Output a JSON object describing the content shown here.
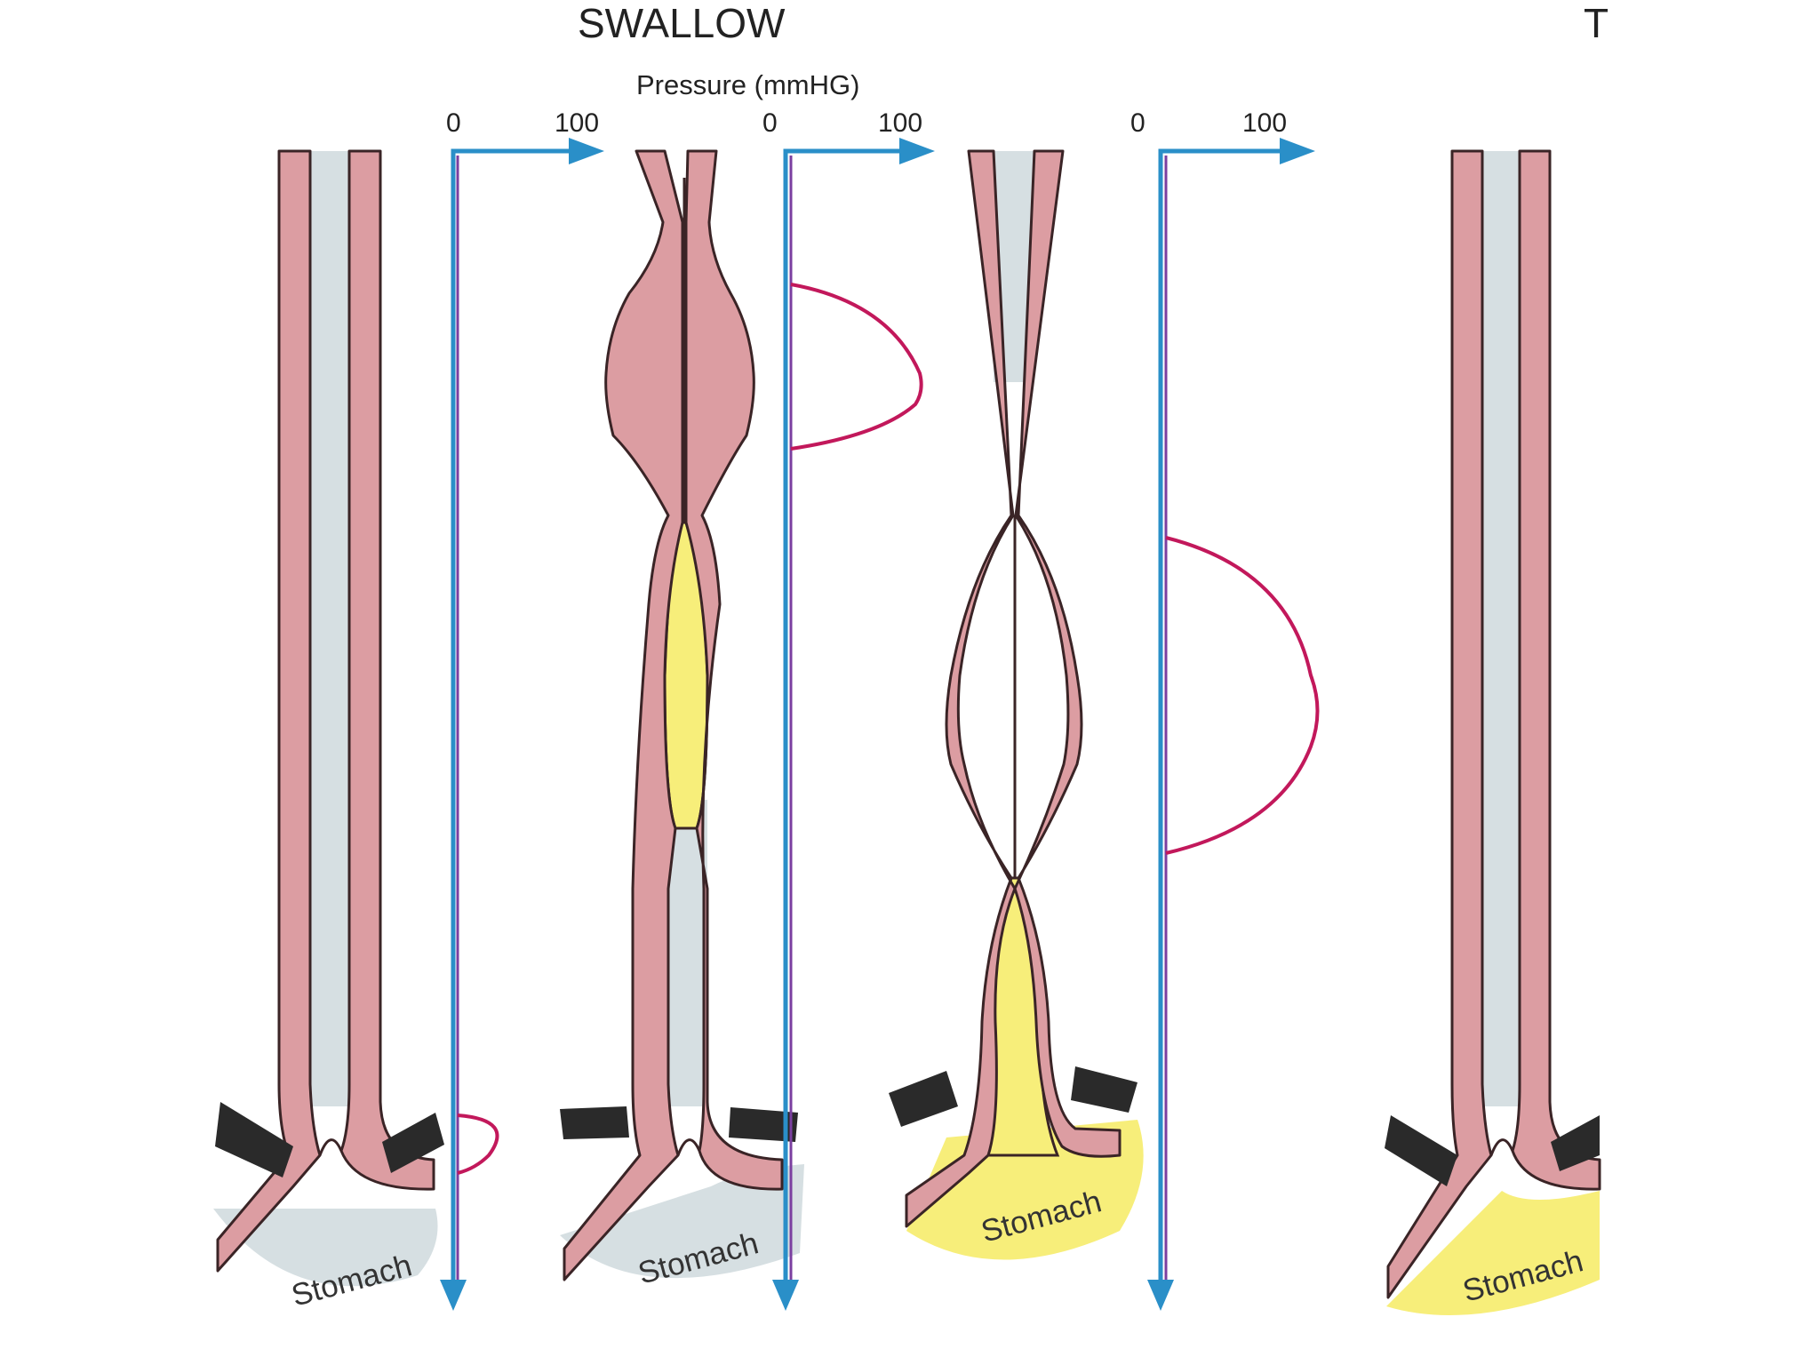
{
  "title": "SWALLOW",
  "title_clipped": "T",
  "axis_title": "Pressure (mmHG)",
  "ticks": [
    {
      "zero": "0",
      "hundred": "100"
    },
    {
      "zero": "0",
      "hundred": "100"
    },
    {
      "zero": "0",
      "hundred": "100"
    }
  ],
  "stomach_label": "Stomach",
  "colors": {
    "esophagus_wall": "#dc9da2",
    "lumen": "#d6dfe2",
    "bolus": "#f7ee7a",
    "pressure_axis": "#2a8fc8",
    "pressure_trace": "#c2185b",
    "sphincter": "#2a2a2a",
    "stomach_empty": "#d6dfe2",
    "stomach_filled": "#f7ee7a"
  }
}
